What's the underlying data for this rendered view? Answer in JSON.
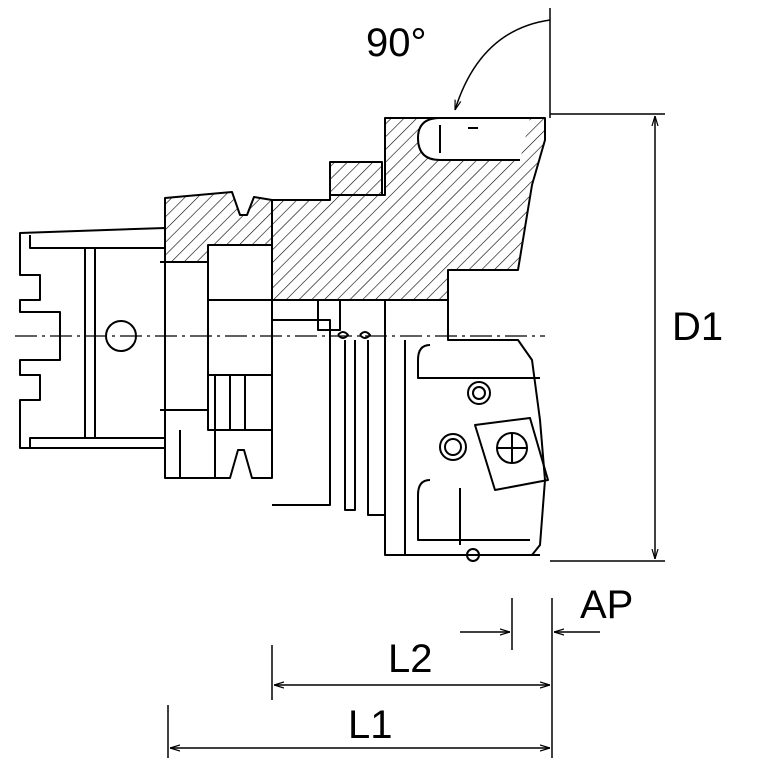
{
  "drawing": {
    "labels": {
      "angle": "90°",
      "d1": "D1",
      "ap": "AP",
      "l1": "L1",
      "l2": "L2"
    },
    "colors": {
      "line": "#000000",
      "background": "#ffffff"
    }
  }
}
